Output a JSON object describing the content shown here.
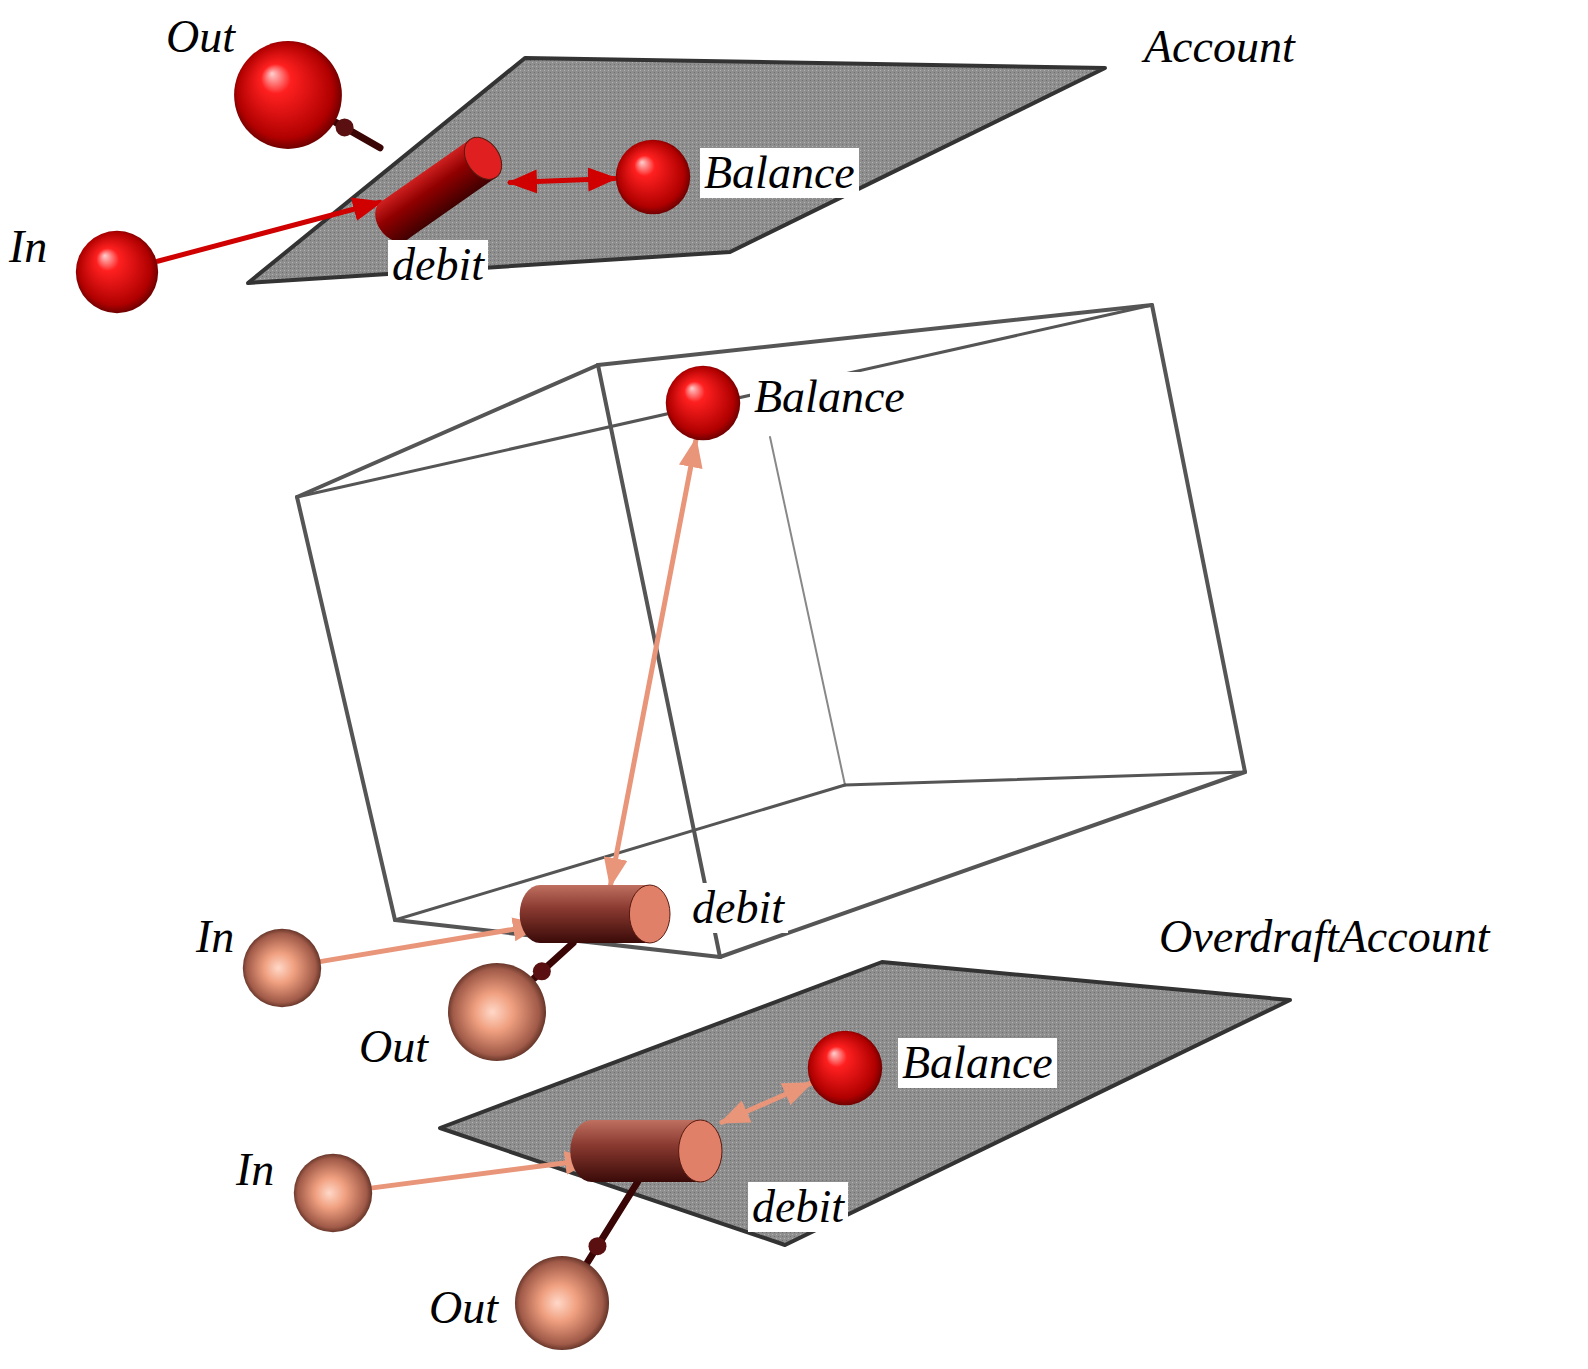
{
  "diagram": {
    "nodes": [
      {
        "text": [
          "Account"
        ]
      },
      {
        "text": [
          "Out"
        ]
      },
      {
        "text": [
          "In"
        ]
      },
      {
        "text": [
          "debit"
        ]
      },
      {
        "text": [
          "Balance"
        ]
      },
      {
        "text": [
          "Balance"
        ]
      },
      {
        "text": [
          "debit"
        ]
      },
      {
        "text": [
          "In"
        ]
      },
      {
        "text": [
          "Out"
        ]
      },
      {
        "text": [
          "OverdraftAccount"
        ]
      },
      {
        "text": [
          "Balance"
        ]
      },
      {
        "text": [
          "In"
        ]
      },
      {
        "text": [
          "debit"
        ]
      },
      {
        "text": [
          "Out"
        ]
      }
    ],
    "edges": [
      {
        "from": 2,
        "to": 3,
        "arrow": "to"
      },
      {
        "from": 3,
        "to": 1,
        "arrow": "none"
      },
      {
        "from": 3,
        "to": 4,
        "arrow": "both"
      },
      {
        "from": 7,
        "to": 6,
        "arrow": "to"
      },
      {
        "from": 6,
        "to": 8,
        "arrow": "none"
      },
      {
        "from": 6,
        "to": 5,
        "arrow": "both"
      },
      {
        "from": 11,
        "to": 12,
        "arrow": "to"
      },
      {
        "from": 12,
        "to": 13,
        "arrow": "none"
      },
      {
        "from": 12,
        "to": 10,
        "arrow": "both"
      }
    ]
  }
}
